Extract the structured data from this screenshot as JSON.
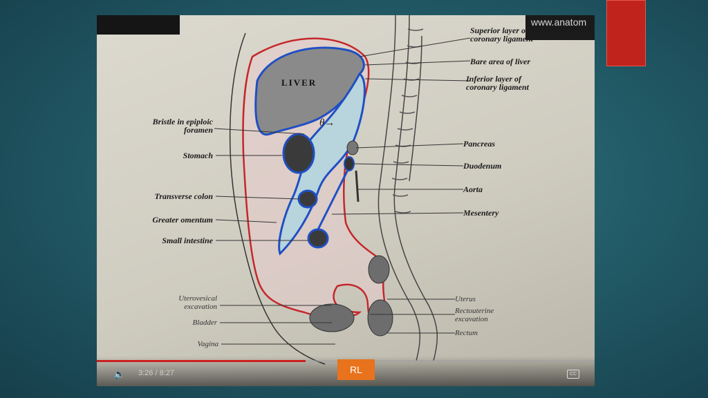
{
  "header": {
    "url_text": "www.anatom"
  },
  "diagram": {
    "organ_label": "LIVER",
    "greek_label": "θ→",
    "labels_right": [
      {
        "id": "superior-layer",
        "text": "Superior layer of\ncoronary ligament"
      },
      {
        "id": "bare-area",
        "text": "Bare area of liver"
      },
      {
        "id": "inferior-layer",
        "text": "Inferior layer of\ncoronary ligament"
      },
      {
        "id": "pancreas",
        "text": "Pancreas"
      },
      {
        "id": "duodenum",
        "text": "Duodenum"
      },
      {
        "id": "aorta",
        "text": "Aorta"
      },
      {
        "id": "mesentery",
        "text": "Mesentery"
      },
      {
        "id": "uterus",
        "text": "Uterus"
      },
      {
        "id": "rectouterine",
        "text": "Rectouterine\nexcavation"
      },
      {
        "id": "rectum",
        "text": "Rectum"
      }
    ],
    "labels_left": [
      {
        "id": "bristle",
        "text": "Bristle in epiploic\nforamen"
      },
      {
        "id": "stomach",
        "text": "Stomach"
      },
      {
        "id": "transverse-colon",
        "text": "Transverse colon"
      },
      {
        "id": "greater-omentum",
        "text": "Greater omentum"
      },
      {
        "id": "small-intestine",
        "text": "Small intestine"
      },
      {
        "id": "uterovesical",
        "text": "Uterovesical\nexcavation"
      },
      {
        "id": "bladder",
        "text": "Bladder"
      },
      {
        "id": "vagina",
        "text": "Vagina"
      }
    ]
  },
  "player": {
    "time": "3:26 / 8:27",
    "progress": 0.42,
    "volume_icon": "volume-icon",
    "cc_icon": "cc-icon",
    "cc_text": "CC"
  },
  "badge": {
    "text": "RL"
  },
  "colors": {
    "accent_red": "#c0221c",
    "badge_orange": "#e8731c",
    "peritoneum_red": "#c4272b",
    "omentum_blue": "#1f4fc4"
  }
}
